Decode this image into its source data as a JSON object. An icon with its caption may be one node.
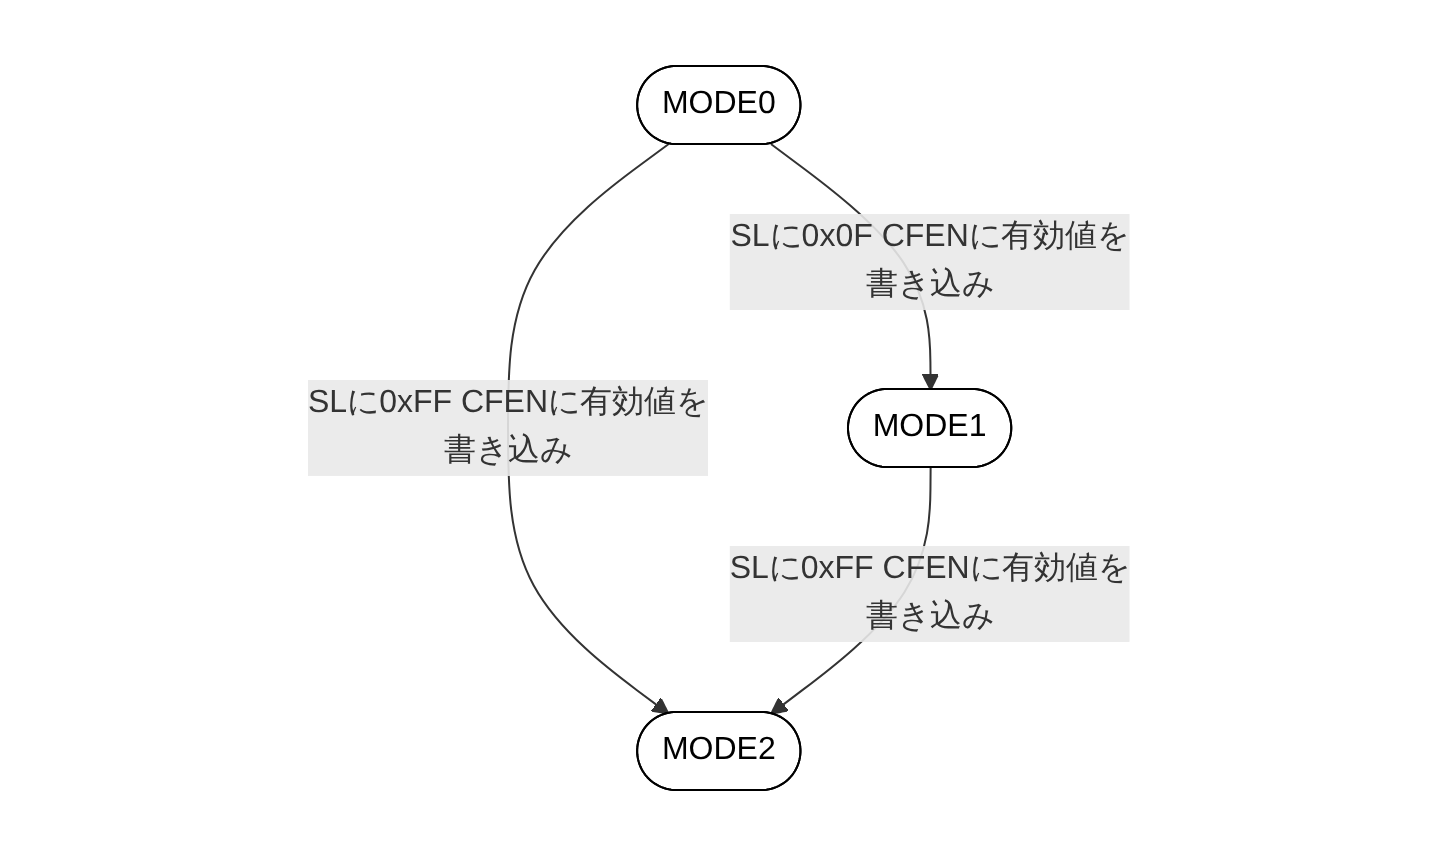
{
  "diagram": {
    "nodes": [
      {
        "text": [
          "MODE0"
        ]
      },
      {
        "text": [
          "MODE1"
        ]
      },
      {
        "text": [
          "MODE2"
        ]
      }
    ],
    "edges": [
      {
        "from": 0,
        "to": 1,
        "arrow": "to",
        "label": "SLに0x0F CFENに有効値を書き込み"
      },
      {
        "from": 0,
        "to": 2,
        "arrow": "to",
        "label": "SLに0xFF CFENに有効値を書き込み"
      },
      {
        "from": 1,
        "to": 2,
        "arrow": "to",
        "label": "SLに0xFF CFENに有効値を書き込み"
      }
    ]
  }
}
